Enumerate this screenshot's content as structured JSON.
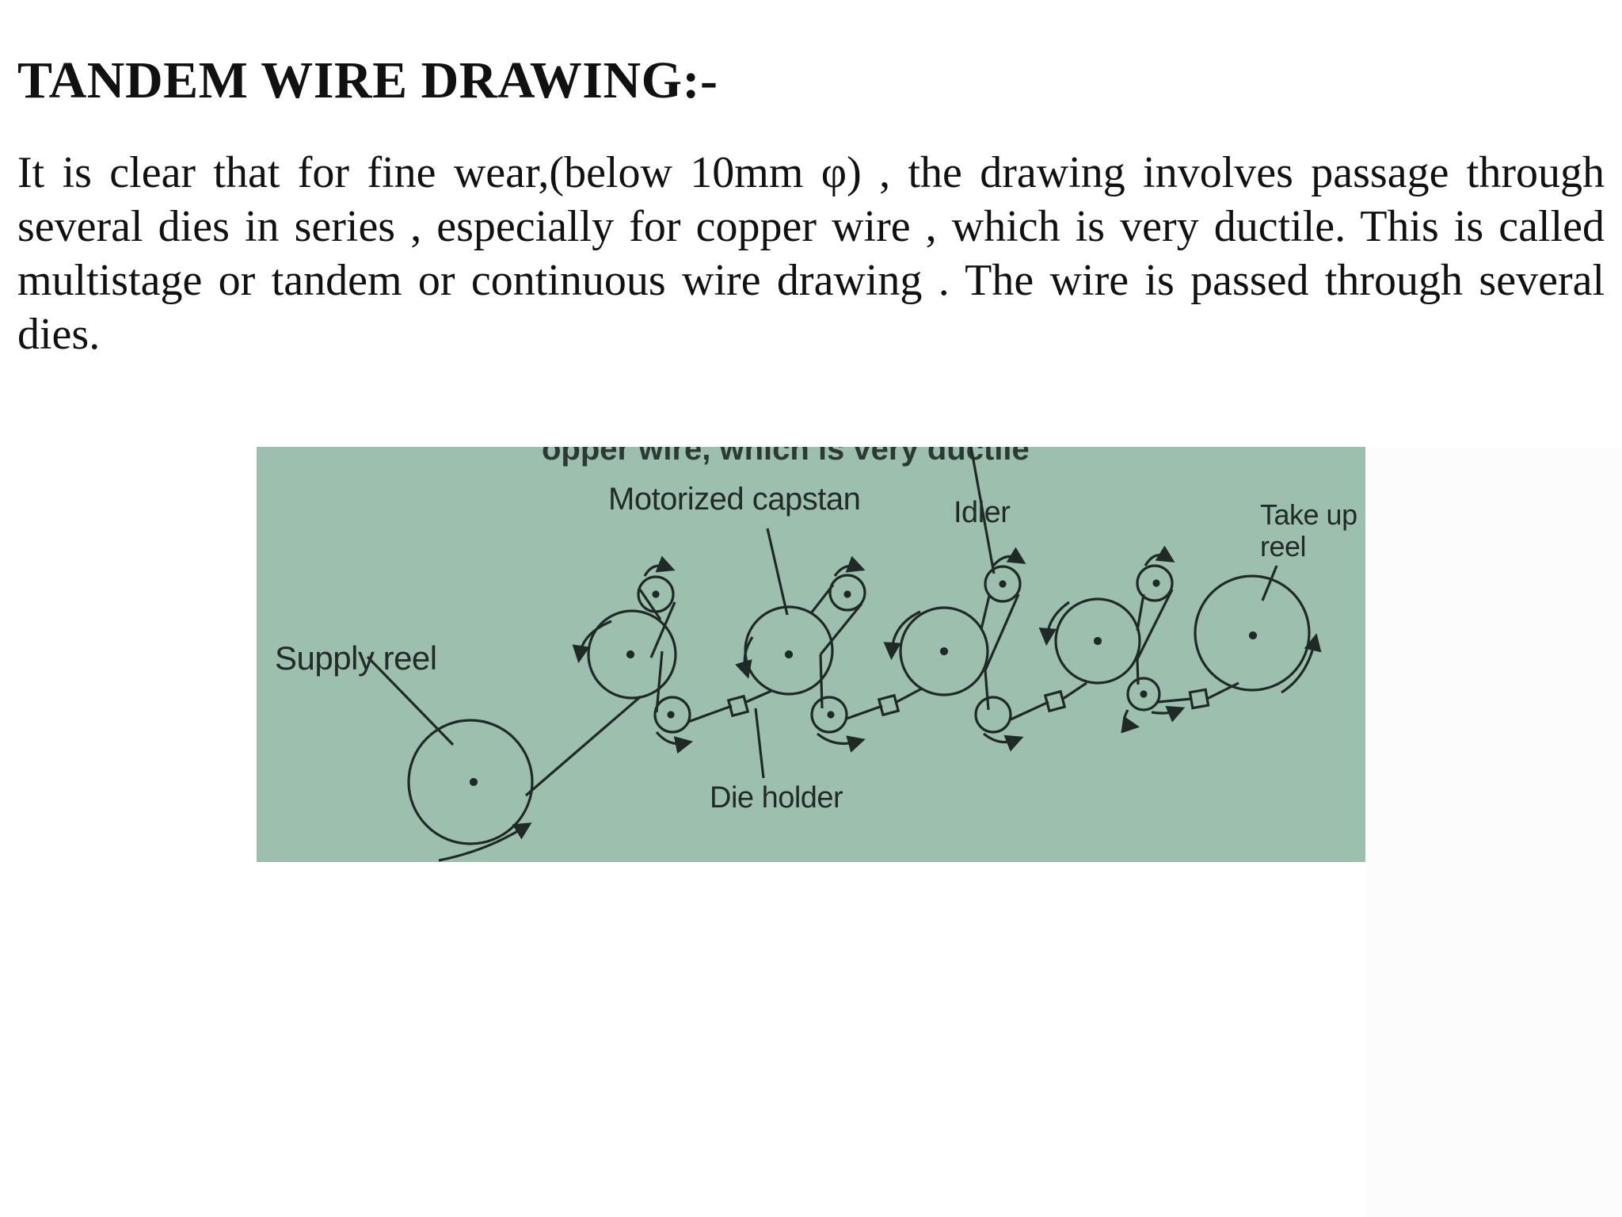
{
  "slide": {
    "title": "TANDEM WIRE DRAWING:-",
    "body": "It is clear that for fine wear,(below 10mm φ) , the drawing involves passage through several dies in series , especially for copper wire , which is very ductile. This is called multistage or tandem or continuous wire drawing . The wire is passed through several dies."
  },
  "figure": {
    "cropped_top_text": "opper wire, which is very ductile",
    "labels": {
      "motorized_capstan": "Motorized capstan",
      "idler": "Idler",
      "take_up_reel": "Take up\nreel",
      "take_up_reel_line1": "Take up",
      "take_up_reel_line2": "reel",
      "supply_reel": "Supply reel",
      "die_holder": "Die holder"
    },
    "colors": {
      "background": "#9dc0ae",
      "ink": "#1f2a26"
    }
  }
}
